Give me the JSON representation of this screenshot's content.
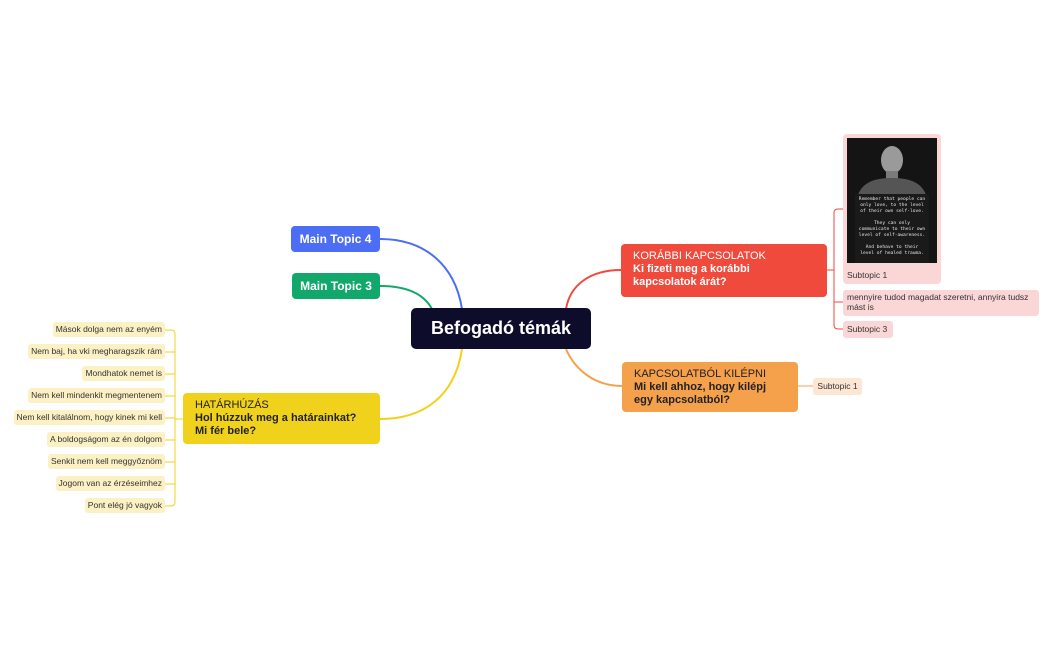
{
  "central": {
    "label": "Befogadó témák"
  },
  "main_topic_4": {
    "label": "Main Topic 4"
  },
  "main_topic_3": {
    "label": "Main Topic 3"
  },
  "korabbi": {
    "title": "KORÁBBI KAPCSOLATOK",
    "question": "Ki fizeti meg a korábbi kapcsolatok árát?",
    "subtopic_1": "Subtopic 1",
    "note": "mennyire tudod magadat szeretni, annyira tudsz mást is",
    "subtopic_3": "Subtopic 3",
    "image_quote": "Remember that people can\nonly love, to the level\nof their own self-love.\n\nThey can only\ncommunicate to their own\nlevel of self-awareness.\n\nAnd behave to their\nlevel of healed trauma."
  },
  "kapcsolatbol": {
    "title": "KAPCSOLATBÓL KILÉPNI",
    "question": "Mi kell ahhoz, hogy kilépj egy kapcsolatból?",
    "subtopic_1": "Subtopic 1"
  },
  "hatarhuzas": {
    "title": "HATÁRHÚZÁS",
    "question": "Hol húzzuk meg a határainkat? Mi fér bele?",
    "items": [
      "Mások dolga nem az enyém",
      "Nem baj, ha vki megharagszik rám",
      "Mondhatok nemet is",
      "Nem kell mindenkit megmentenem",
      "Nem kell kitalálnom, hogy kinek mi kell",
      "A boldogságom az én dolgom",
      "Senkit nem kell meggyőznöm",
      "Jogom van az érzéseimhez",
      "Pont elég jó vagyok"
    ]
  },
  "colors": {
    "central": "#0d0d2b",
    "topic4": "#4c6ef5",
    "topic3": "#13a86b",
    "korabbi": "#f04a3d",
    "kapcsolatbol": "#f5a04a",
    "hatarhuzas": "#f0d21c"
  }
}
